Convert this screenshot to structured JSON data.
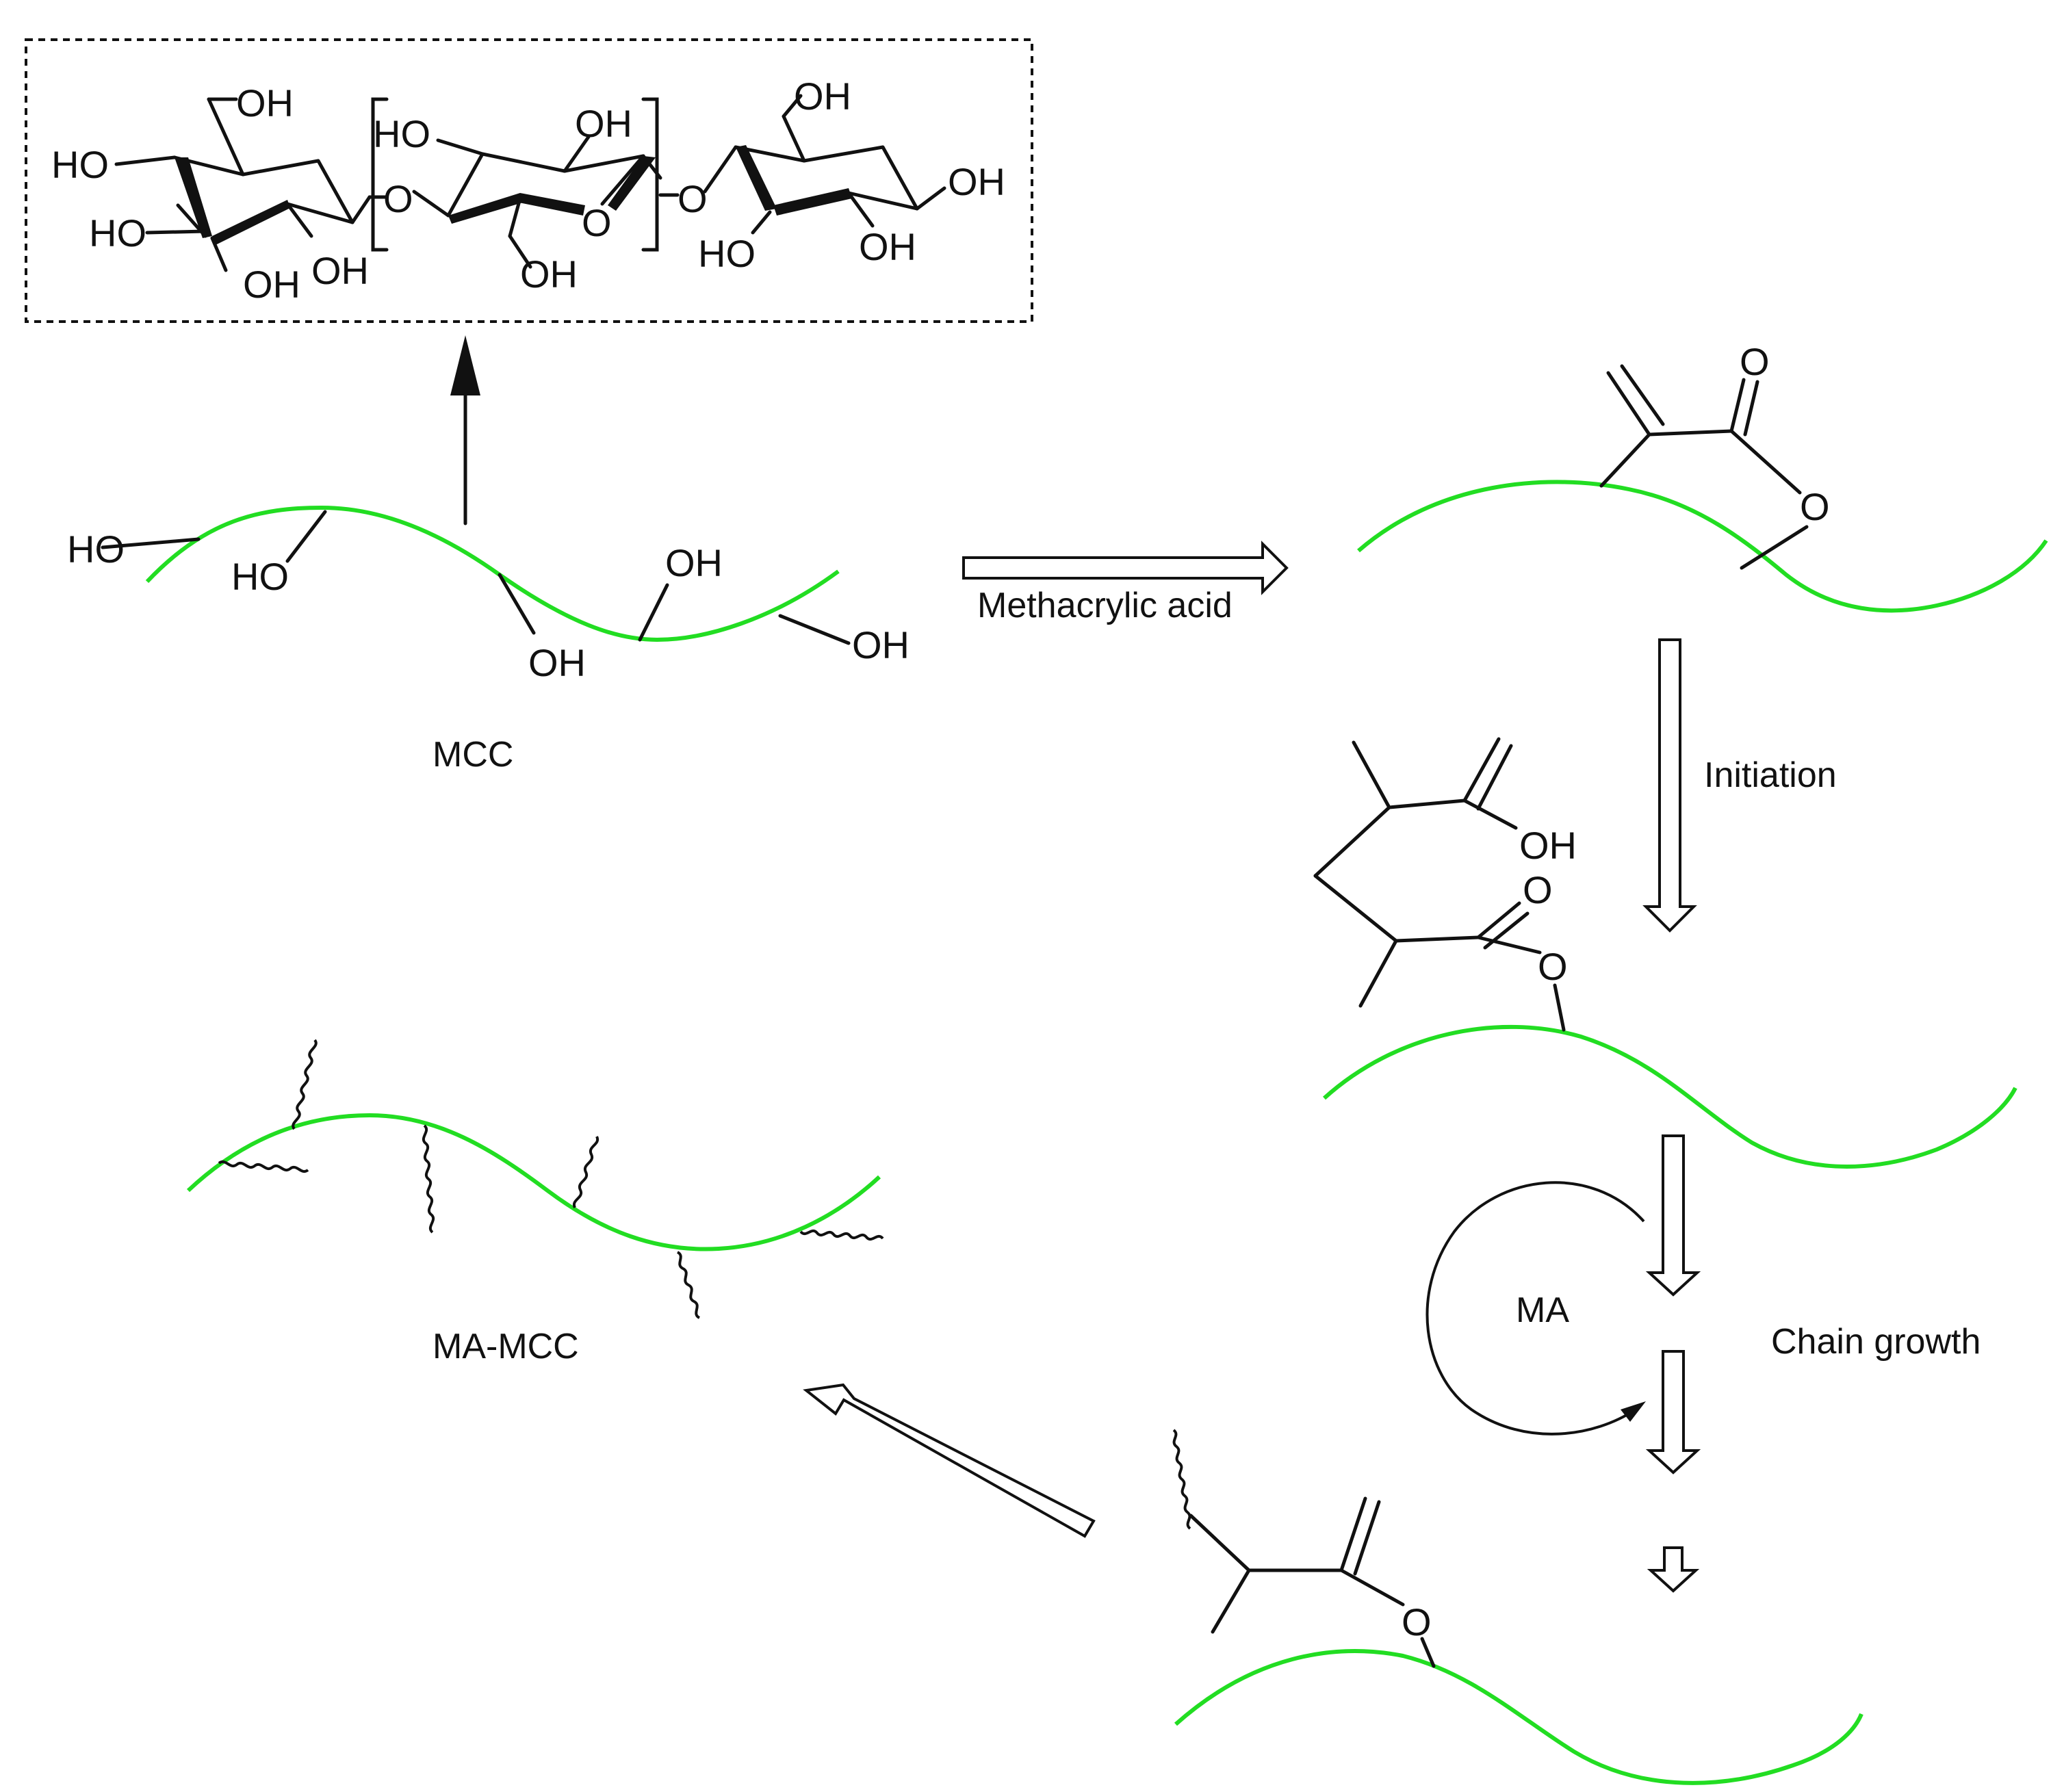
{
  "labels": {
    "mcc": "MCC",
    "ma_mcc": "MA-MCC",
    "methacrylic_acid": "Methacrylic acid",
    "initiation": "Initiation",
    "chain_growth": "Chain growth",
    "ma": "MA"
  },
  "atoms": {
    "oh": "OH",
    "ho": "HO",
    "o": "O"
  },
  "colors": {
    "cellulose_chain": "#22dd22",
    "ink": "#111111",
    "background": "#ffffff"
  }
}
